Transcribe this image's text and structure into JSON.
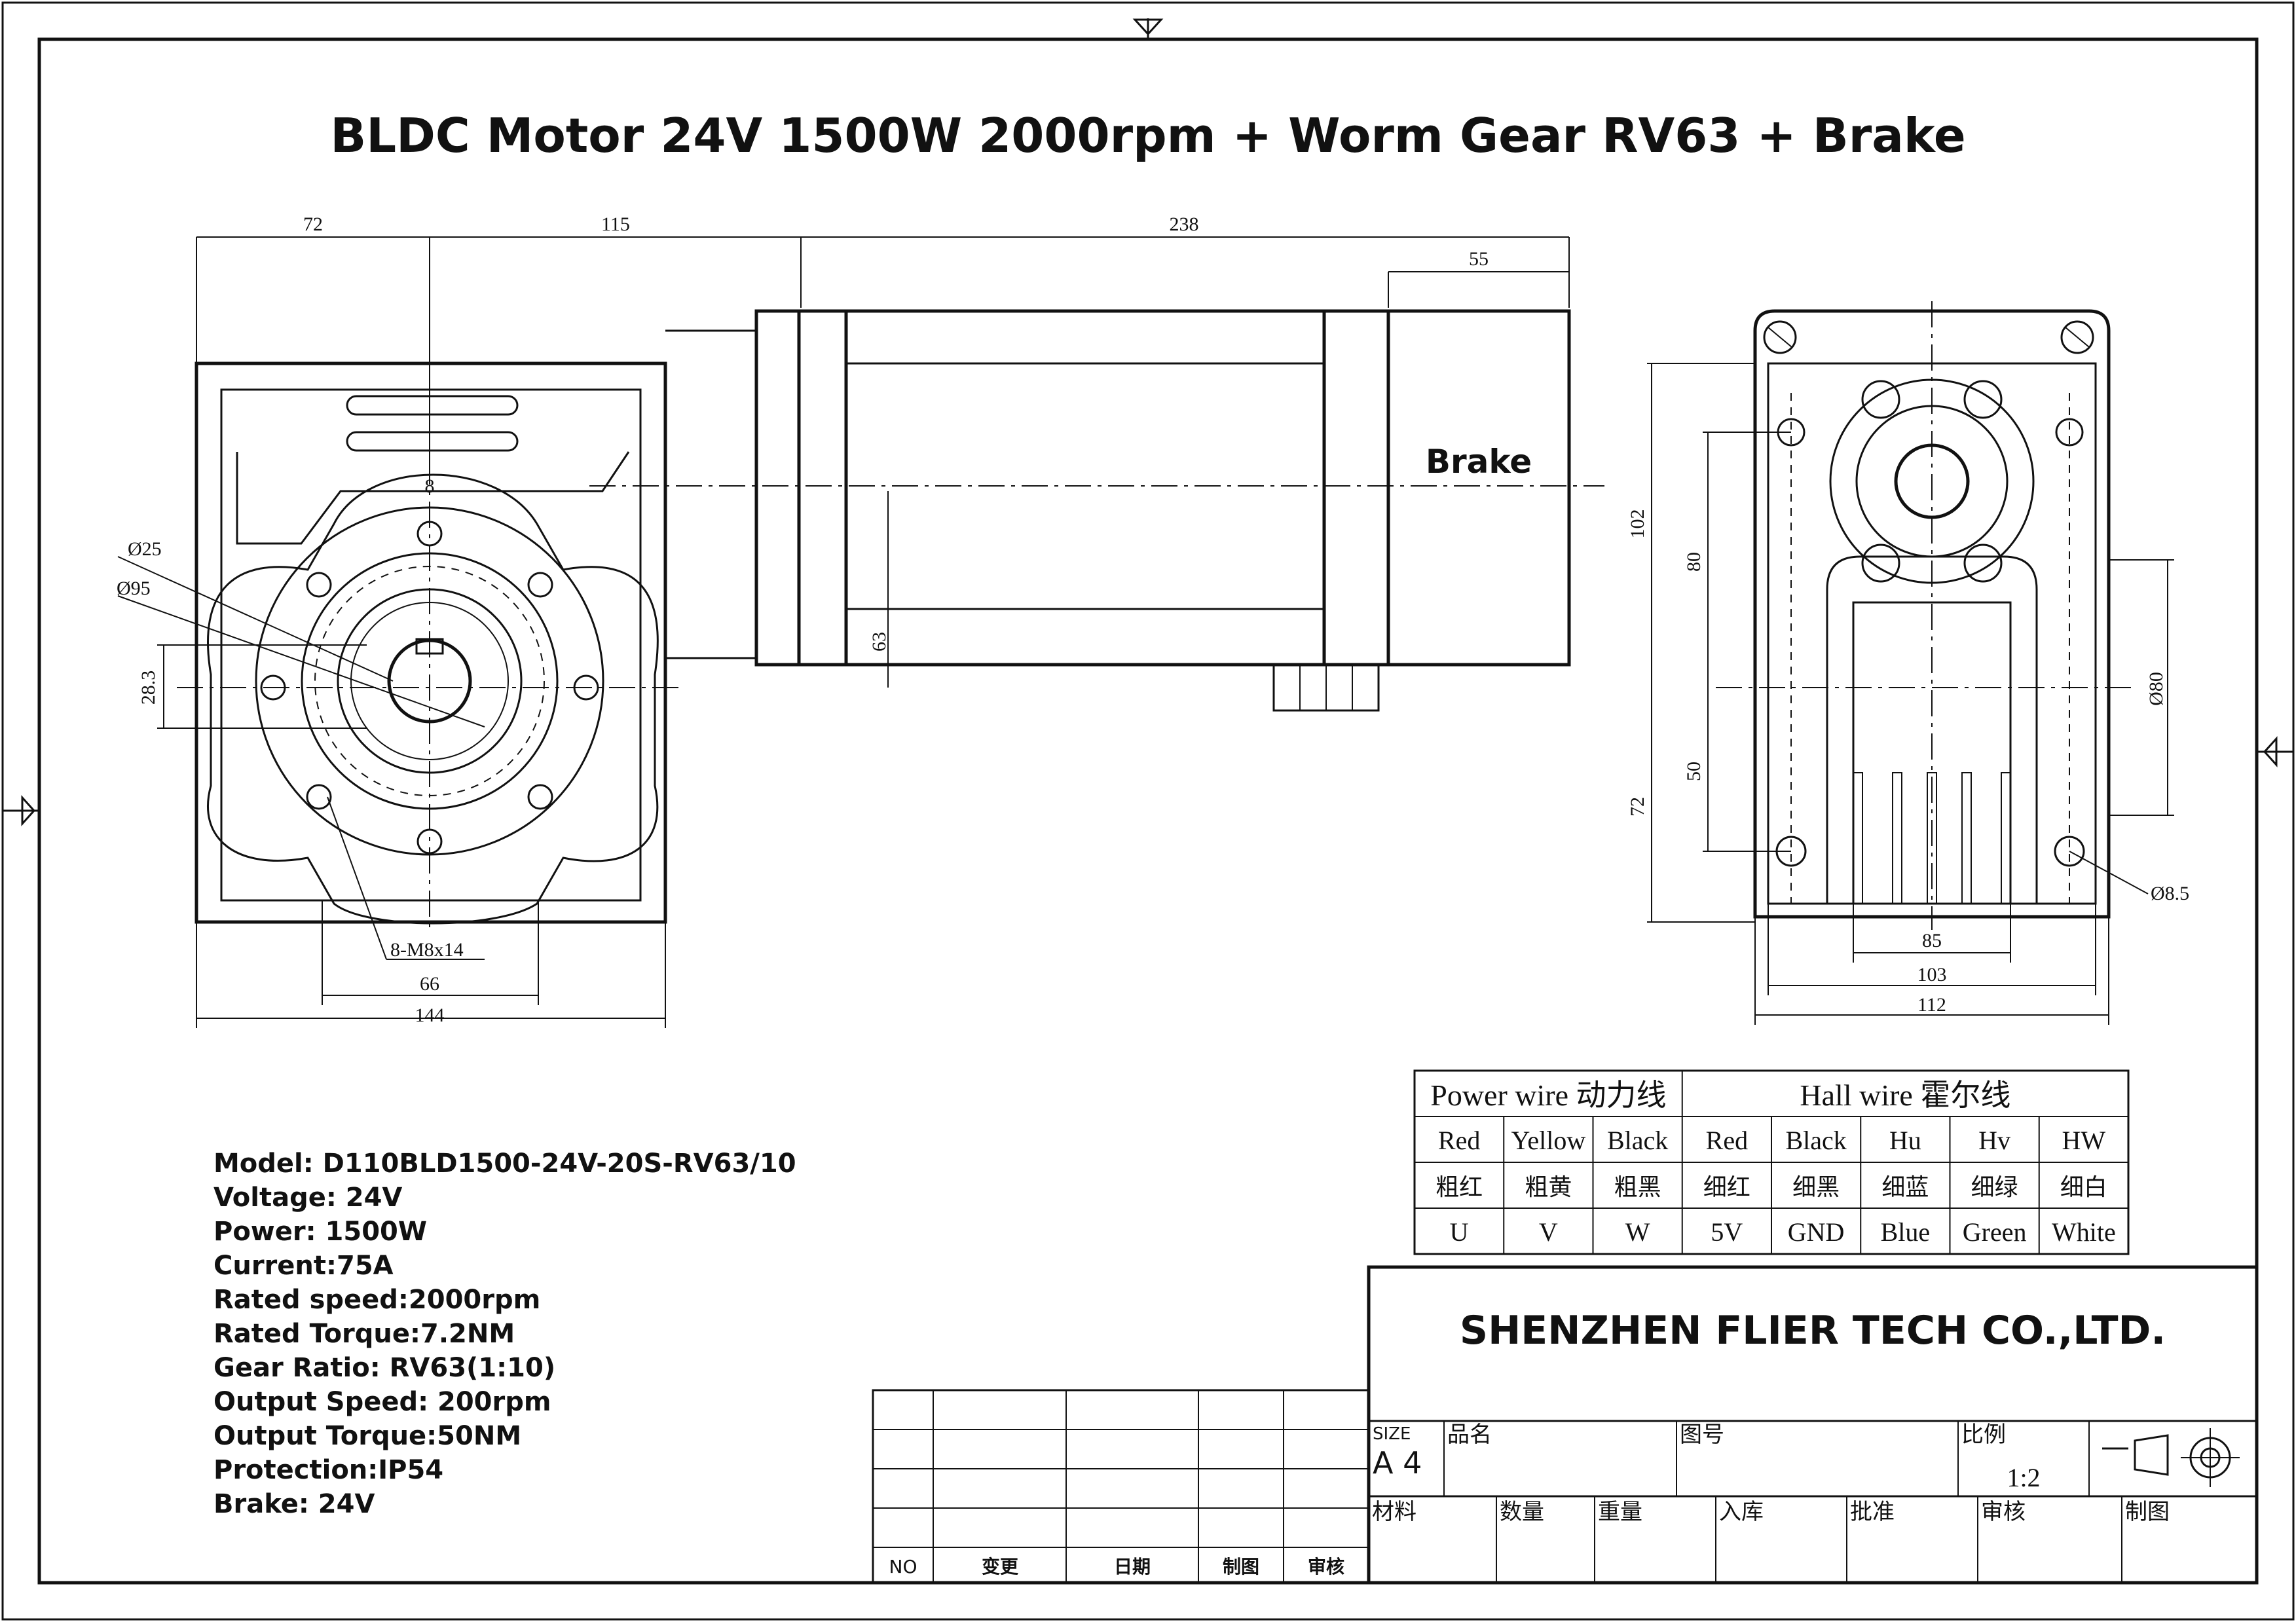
{
  "title": "BLDC Motor 24V 1500W 2000rpm + Worm Gear RV63 + Brake",
  "brake_label": "Brake",
  "dimensions": {
    "top": [
      "72",
      "115",
      "238",
      "55"
    ],
    "front": [
      "Ø25",
      "Ø95",
      "28.3",
      "8",
      "63",
      "8-M8x14",
      "66",
      "144"
    ],
    "side": [
      "102",
      "80",
      "72",
      "50",
      "Ø80",
      "Ø8.5",
      "85",
      "103",
      "112"
    ]
  },
  "specs": [
    "Model: D110BLD1500-24V-20S-RV63/10",
    "Voltage: 24V",
    "Power: 1500W",
    "Current:75A",
    "Rated speed:2000rpm",
    "Rated Torque:7.2NM",
    "Gear Ratio: RV63(1:10)",
    "Output Speed: 200rpm",
    "Output Torque:50NM",
    "Protection:IP54",
    "Brake: 24V"
  ],
  "wire_table": {
    "power_header": "Power wire 动力线",
    "hall_header": "Hall wire 霍尔线",
    "colors": [
      "Red",
      "Yellow",
      "Black",
      "Red",
      "Black",
      "Hu",
      "Hv",
      "HW"
    ],
    "chinese": [
      "粗红",
      "粗黄",
      "粗黑",
      "细红",
      "细黑",
      "细蓝",
      "细绿",
      "细白"
    ],
    "signals": [
      "U",
      "V",
      "W",
      "5V",
      "GND",
      "Blue",
      "Green",
      "White"
    ]
  },
  "title_block": {
    "company": "SHENZHEN FLIER TECH CO.,LTD.",
    "size_label": "SIZE",
    "size_value": "A 4",
    "name_label": "品名",
    "drawing_no_label": "图号",
    "scale_label": "比例",
    "scale_value": "1:2",
    "material_label": "材料",
    "quantity_label": "数量",
    "weight_label": "重量",
    "storage_label": "入库",
    "approve_label": "批准",
    "review_label": "审核",
    "drawn_label": "制图"
  },
  "revision_block": {
    "headers": [
      "NO",
      "变更",
      "日期",
      "制图",
      "审核"
    ]
  }
}
